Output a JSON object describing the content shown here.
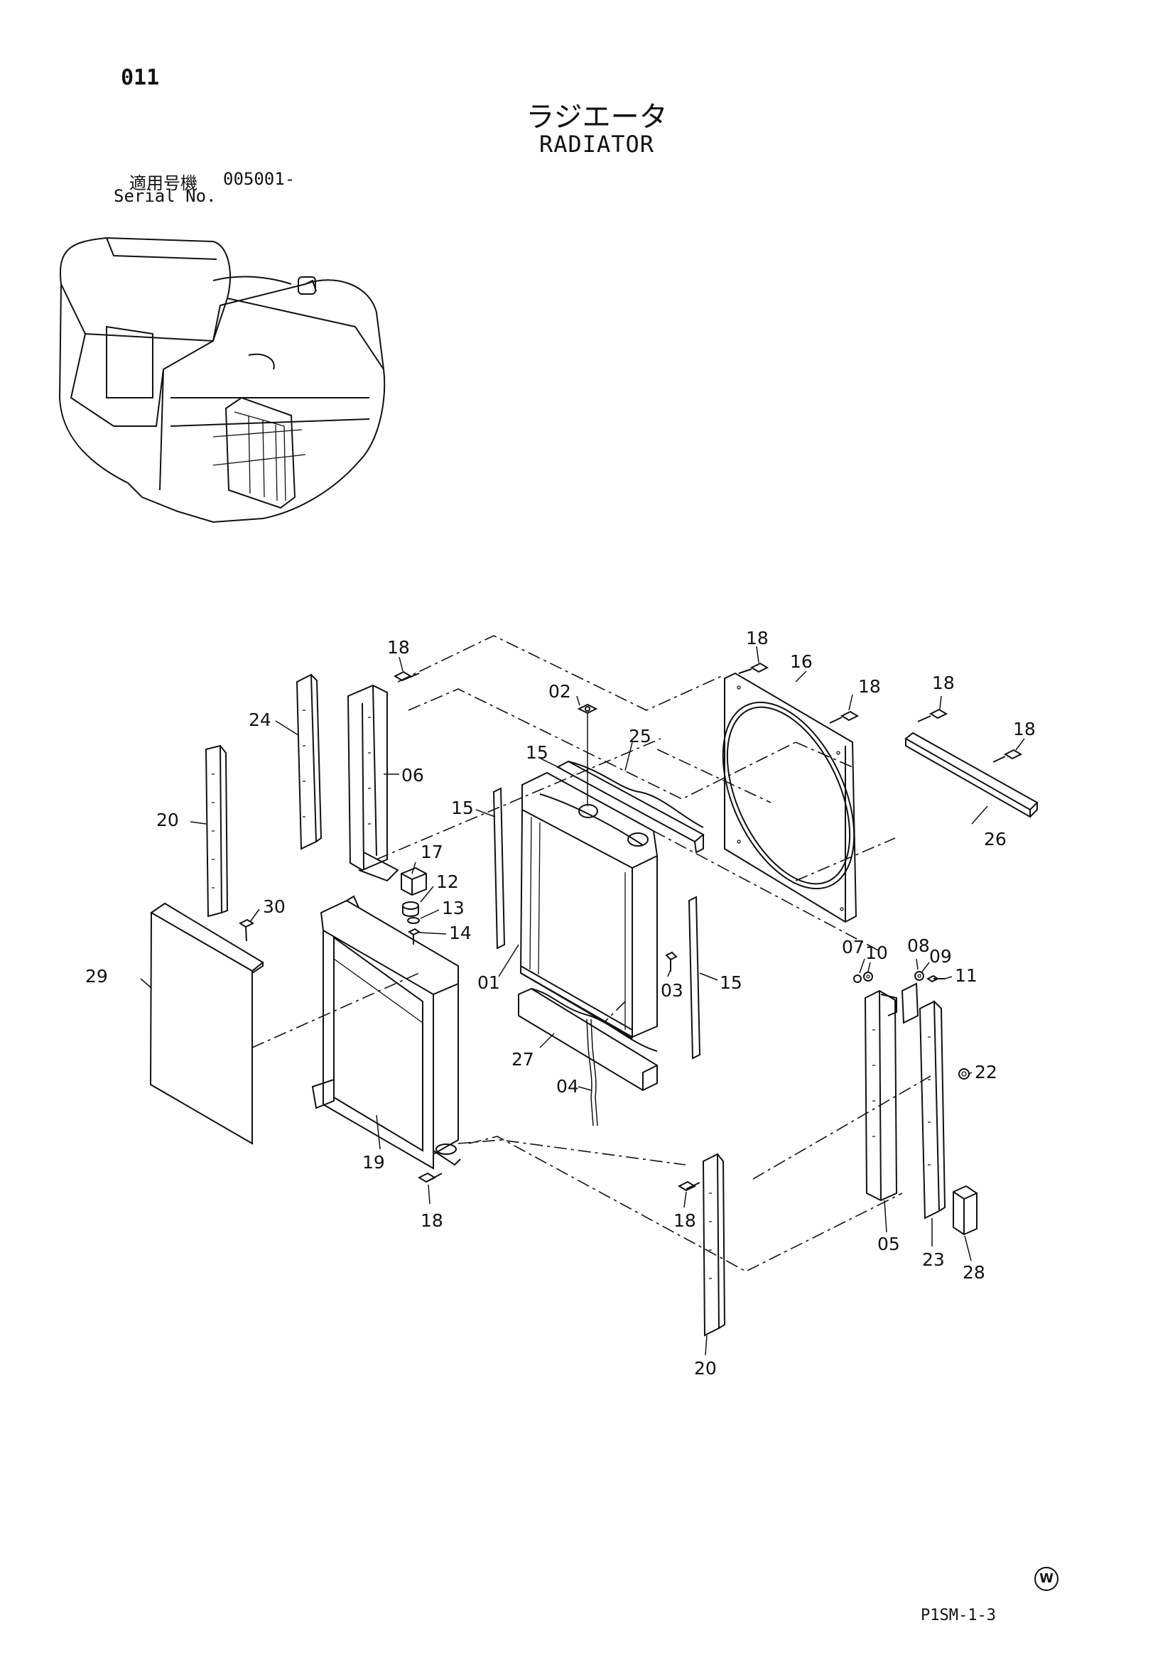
{
  "page_number": "011",
  "title_jp": "ラジエータ",
  "title_en": "RADIATOR",
  "serial_label_jp": "適用号機",
  "serial_value": "005001-",
  "serial_label_en": "Serial No.",
  "mark": "W",
  "drawing_code": "P1SM-1-3",
  "callouts": {
    "c01": "01",
    "c02": "02",
    "c03": "03",
    "c04": "04",
    "c05": "05",
    "c06": "06",
    "c07": "07",
    "c08": "08",
    "c09": "09",
    "c10": "10",
    "c11": "11",
    "c12": "12",
    "c13": "13",
    "c14": "14",
    "c15a": "15",
    "c15b": "15",
    "c15c": "15",
    "c16": "16",
    "c17": "17",
    "c18a": "18",
    "c18b": "18",
    "c18c": "18",
    "c18d": "18",
    "c18e": "18",
    "c18f": "18",
    "c18g": "18",
    "c19": "19",
    "c20a": "20",
    "c20b": "20",
    "c22": "22",
    "c23": "23",
    "c24": "24",
    "c25": "25",
    "c26": "26",
    "c27": "27",
    "c28": "28",
    "c29": "29",
    "c30": "30"
  }
}
